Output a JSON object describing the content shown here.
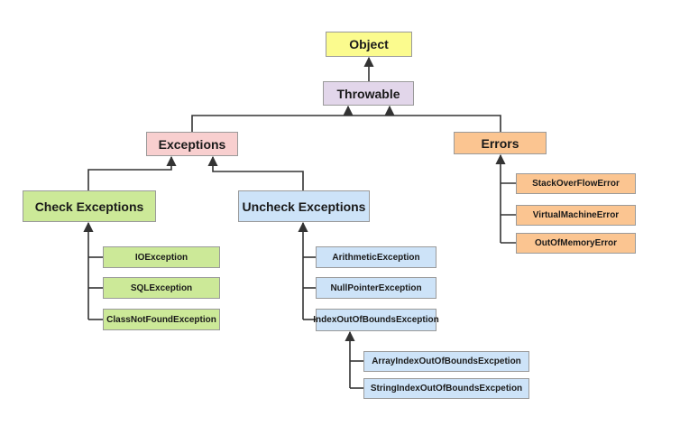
{
  "nodes": {
    "object": "Object",
    "throwable": "Throwable",
    "exceptions": "Exceptions",
    "errors": "Errors",
    "check_exceptions": "Check Exceptions",
    "uncheck_exceptions": "Uncheck Exceptions",
    "io_exception": "IOException",
    "sql_exception": "SQLException",
    "class_not_found_exception": "ClassNotFoundException",
    "arithmetic_exception": "ArithmeticException",
    "null_pointer_exception": "NullPointerException",
    "index_out_of_bounds_exception": "IndexOutOfBoundsException",
    "array_index_out_of_bounds": "ArrayIndexOutOfBoundsExcpetion",
    "string_index_out_of_bounds": "StringIndexOutOfBoundsExcpetion",
    "stack_overflow_error": "StackOverFlowError",
    "virtual_machine_error": "VirtualMachineError",
    "out_of_memory_error": "OutOfMemoryError"
  },
  "edges": [
    [
      "throwable",
      "object"
    ],
    [
      "exceptions",
      "throwable"
    ],
    [
      "errors",
      "throwable"
    ],
    [
      "check_exceptions",
      "exceptions"
    ],
    [
      "uncheck_exceptions",
      "exceptions"
    ],
    [
      "io_exception",
      "check_exceptions"
    ],
    [
      "sql_exception",
      "check_exceptions"
    ],
    [
      "class_not_found_exception",
      "check_exceptions"
    ],
    [
      "arithmetic_exception",
      "uncheck_exceptions"
    ],
    [
      "null_pointer_exception",
      "uncheck_exceptions"
    ],
    [
      "index_out_of_bounds_exception",
      "uncheck_exceptions"
    ],
    [
      "array_index_out_of_bounds",
      "index_out_of_bounds_exception"
    ],
    [
      "string_index_out_of_bounds",
      "index_out_of_bounds_exception"
    ],
    [
      "stack_overflow_error",
      "errors"
    ],
    [
      "virtual_machine_error",
      "errors"
    ],
    [
      "out_of_memory_error",
      "errors"
    ]
  ],
  "colors": {
    "root": "#fbfb8e",
    "throwable": "#e2d6ea",
    "exceptions": "#f8cfcf",
    "errors": "#fbc591",
    "checked": "#cce998",
    "unchecked": "#cde3f8",
    "connector": "#333333"
  }
}
